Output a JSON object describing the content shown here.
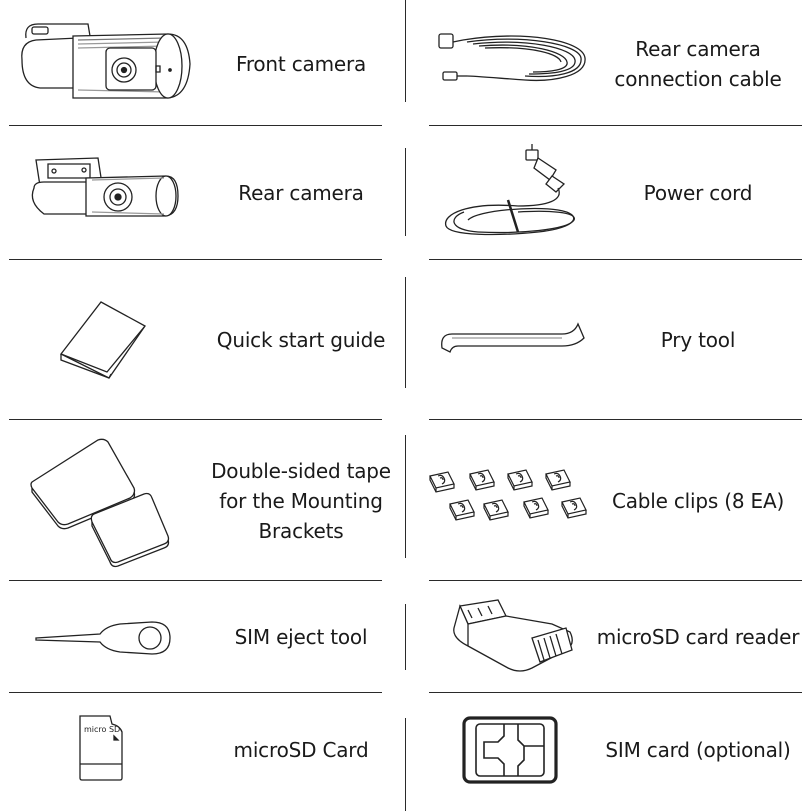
{
  "items": [
    {
      "id": "front-camera",
      "lines": [
        "Front camera"
      ]
    },
    {
      "id": "rear-camera-connection-cable",
      "lines": [
        "Rear camera",
        "connection cable"
      ]
    },
    {
      "id": "rear-camera",
      "lines": [
        "Rear camera"
      ]
    },
    {
      "id": "power-cord",
      "lines": [
        "Power cord"
      ]
    },
    {
      "id": "quick-start-guide",
      "lines": [
        "Quick start guide"
      ]
    },
    {
      "id": "pry-tool",
      "lines": [
        "Pry tool"
      ]
    },
    {
      "id": "double-sided-tape",
      "lines": [
        "Double-sided tape",
        "for the Mounting",
        "Brackets"
      ]
    },
    {
      "id": "cable-clips",
      "lines": [
        "Cable clips (8 EA)"
      ]
    },
    {
      "id": "sim-eject-tool",
      "lines": [
        "SIM eject tool"
      ]
    },
    {
      "id": "microsd-card-reader",
      "lines": [
        "microSD card reader"
      ]
    },
    {
      "id": "microsd-card",
      "lines": [
        "microSD Card"
      ]
    },
    {
      "id": "sim-card",
      "lines": [
        "SIM card (optional)"
      ]
    }
  ],
  "icons": {
    "microsd_logo": "micro SD"
  }
}
